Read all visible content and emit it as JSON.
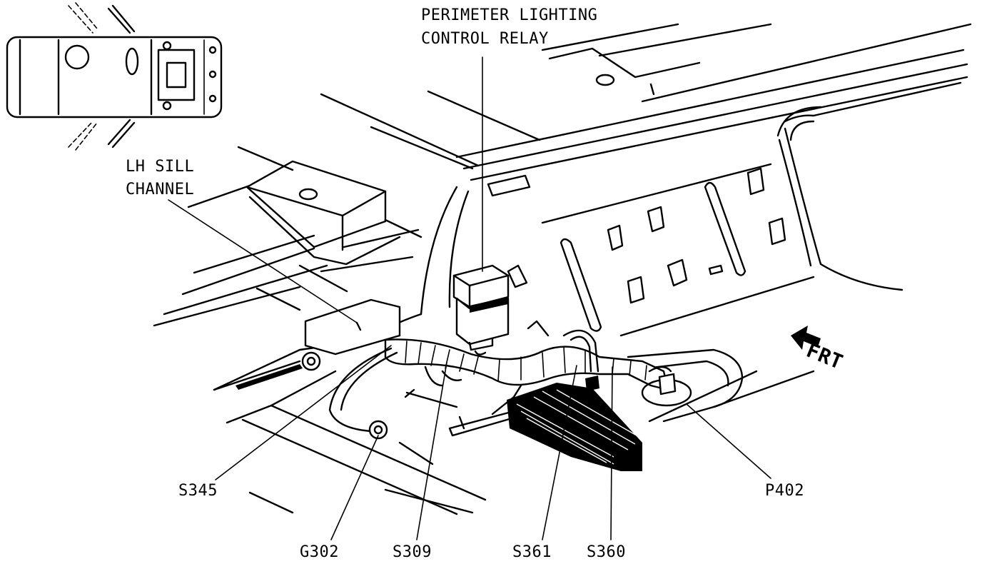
{
  "labels": {
    "relay_line1": "PERIMETER LIGHTING",
    "relay_line2": "CONTROL RELAY",
    "sill_line1": "LH SILL",
    "sill_line2": "CHANNEL",
    "s345": "S345",
    "g302": "G302",
    "s309": "S309",
    "s361": "S361",
    "s360": "S360",
    "p402": "P402",
    "frt": "FRT"
  }
}
